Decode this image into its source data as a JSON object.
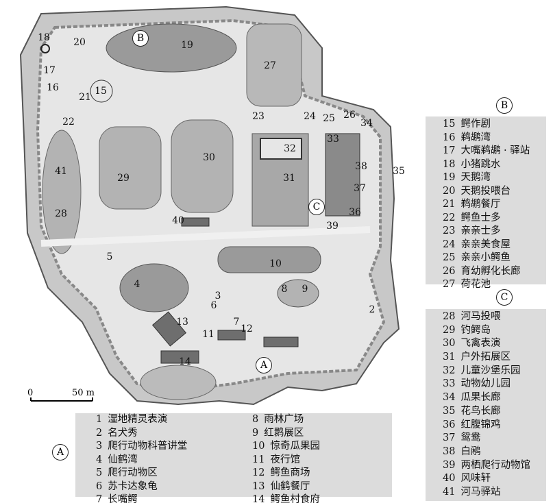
{
  "markers": {
    "a": "A",
    "b": "B",
    "c": "C"
  },
  "scale": {
    "zero": "0",
    "fifty": "50 m"
  },
  "legend_a": [
    {
      "num": "1",
      "name": "湿地精灵表演"
    },
    {
      "num": "2",
      "name": "名犬秀"
    },
    {
      "num": "3",
      "name": "爬行动物科普讲堂"
    },
    {
      "num": "4",
      "name": "仙鹤湾"
    },
    {
      "num": "5",
      "name": "爬行动物区"
    },
    {
      "num": "6",
      "name": "苏卡达象龟"
    },
    {
      "num": "7",
      "name": "长嘴鳄"
    },
    {
      "num": "8",
      "name": "雨林广场"
    },
    {
      "num": "9",
      "name": "红鹮展区"
    },
    {
      "num": "10",
      "name": "惊奇瓜果园"
    },
    {
      "num": "11",
      "name": "夜行馆"
    },
    {
      "num": "12",
      "name": "鳄鱼商场"
    },
    {
      "num": "13",
      "name": "仙鹤餐厅"
    },
    {
      "num": "14",
      "name": "鳄鱼村食府"
    }
  ],
  "legend_b": [
    {
      "num": "15",
      "name": "鳄作剧"
    },
    {
      "num": "16",
      "name": "鹈鹕湾"
    },
    {
      "num": "17",
      "name": "大嘴鹈鹕 · 驿站"
    },
    {
      "num": "18",
      "name": "小猪跳水"
    },
    {
      "num": "19",
      "name": "天鹅湾"
    },
    {
      "num": "20",
      "name": "天鹅投喂台"
    },
    {
      "num": "21",
      "name": "鹈鹕餐厅"
    },
    {
      "num": "22",
      "name": "鳄鱼士多"
    },
    {
      "num": "23",
      "name": "亲亲士多"
    },
    {
      "num": "24",
      "name": "亲亲美食屋"
    },
    {
      "num": "25",
      "name": "亲亲小鳄鱼"
    },
    {
      "num": "26",
      "name": "育幼孵化长廊"
    },
    {
      "num": "27",
      "name": "荷花池"
    }
  ],
  "legend_c": [
    {
      "num": "28",
      "name": "河马投喂"
    },
    {
      "num": "29",
      "name": "钓鳄岛"
    },
    {
      "num": "30",
      "name": "飞禽表演"
    },
    {
      "num": "31",
      "name": "户外拓展区"
    },
    {
      "num": "32",
      "name": "儿童沙堡乐园"
    },
    {
      "num": "33",
      "name": "动物幼儿园"
    },
    {
      "num": "34",
      "name": "瓜果长廊"
    },
    {
      "num": "35",
      "name": "花鸟长廊"
    },
    {
      "num": "36",
      "name": "红腹锦鸡"
    },
    {
      "num": "37",
      "name": "鸳鸯"
    },
    {
      "num": "38",
      "name": "白鹇"
    },
    {
      "num": "39",
      "name": "两栖爬行动物馆"
    },
    {
      "num": "40",
      "name": "风味轩"
    },
    {
      "num": "41",
      "name": "河马驿站"
    }
  ]
}
